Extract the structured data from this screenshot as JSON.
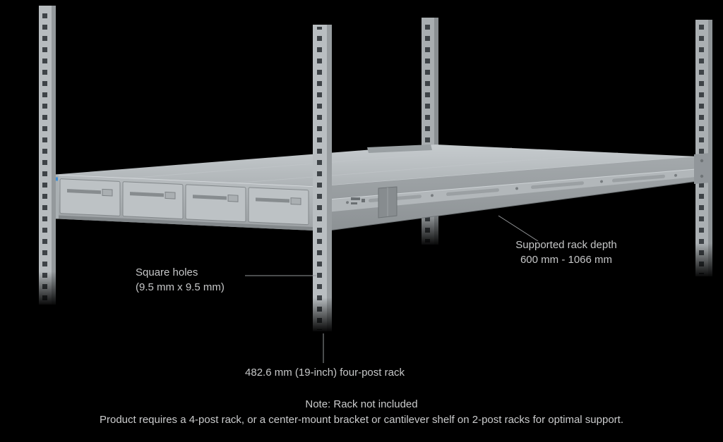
{
  "page": {
    "background": "#000000"
  },
  "colors": {
    "metal_light": "#b9bec1",
    "metal_mid": "#9aa0a3",
    "metal_dark": "#83888b",
    "hole_dark": "#3e4347",
    "accent_blue": "#3f8fd6",
    "annotation_text": "#c6c7c8",
    "leader_line": "#95979a"
  },
  "annotations": {
    "square_holes": {
      "line1": "Square holes",
      "line2": "(9.5 mm x 9.5 mm)"
    },
    "rack_depth": {
      "line1": "Supported rack depth",
      "line2": "600 mm - 1066 mm"
    },
    "rack_width": {
      "label": "482.6 mm (19-inch) four-post rack"
    }
  },
  "footer": {
    "note": "Note: Rack not included",
    "requirement": "Product requires a 4-post rack, or a center-mount bracket or cantilever shelf on 2-post racks for optimal support."
  }
}
